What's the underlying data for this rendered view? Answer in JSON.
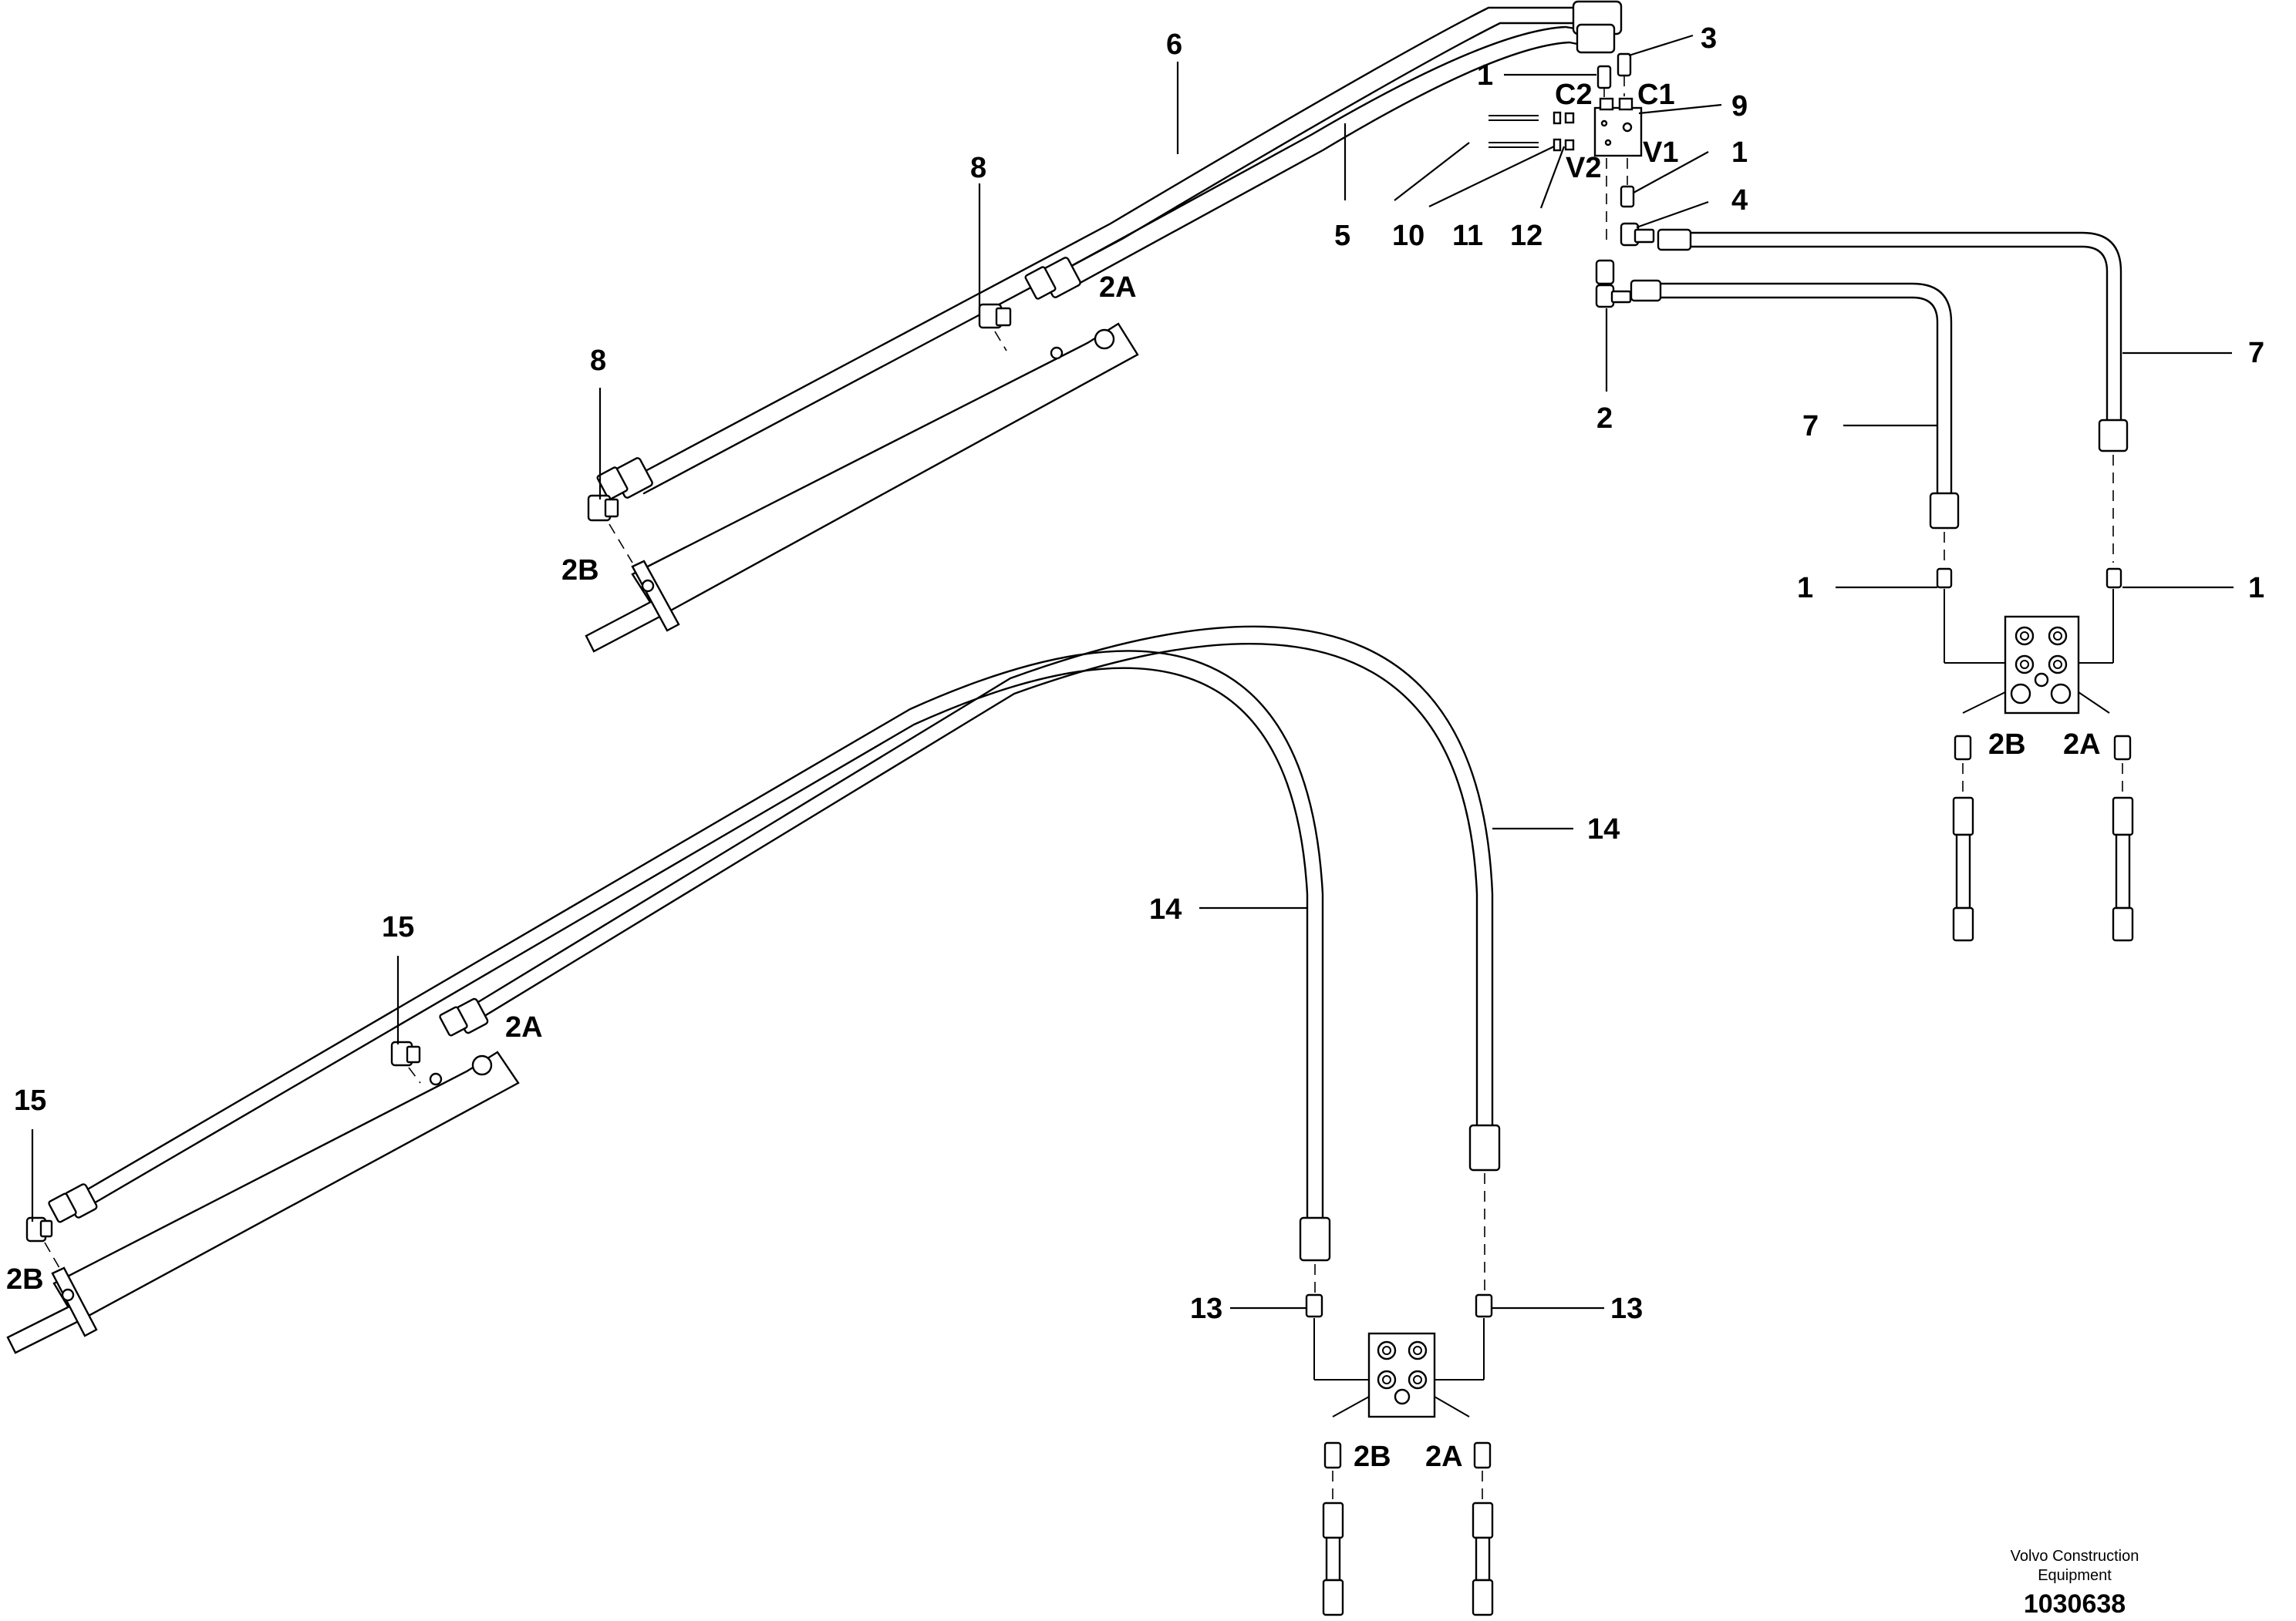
{
  "labels": {
    "l3": "3",
    "l1a": "1",
    "lC2": "C2",
    "lC1": "C1",
    "l9": "9",
    "l6": "6",
    "lV1": "V1",
    "l1b": "1",
    "lV2": "V2",
    "l10": "10",
    "l11": "11",
    "l12": "12",
    "l5": "5",
    "l4": "4",
    "l8a": "8",
    "l2Atop": "2A",
    "l8b": "8",
    "l2Btop": "2B",
    "l2": "2",
    "l7a": "7",
    "l7b": "7",
    "l1c": "1",
    "l1d": "1",
    "l2Bright": "2B",
    "l2Aright": "2A",
    "l14a": "14",
    "l14b": "14",
    "l15a": "15",
    "l2Abot": "2A",
    "l15b": "15",
    "l2Bbot": "2B",
    "l13a": "13",
    "l13b": "13",
    "l2Bblock": "2B",
    "l2Ablock": "2A"
  },
  "footer": {
    "company_line1": "Volvo Construction",
    "company_line2": "Equipment",
    "doc_number": "1030638"
  }
}
